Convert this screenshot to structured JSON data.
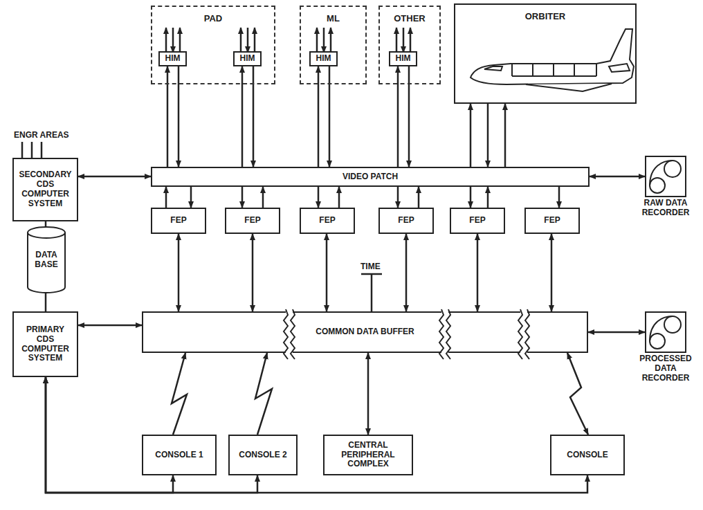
{
  "diagram": {
    "nodes": [
      {
        "text": [
          "PAD"
        ]
      },
      {
        "text": [
          "HIM"
        ],
        "in": 0
      },
      {
        "text": [
          "HIM"
        ],
        "in": 0
      },
      {
        "text": [
          "ML"
        ]
      },
      {
        "text": [
          "HIM"
        ],
        "in": 3
      },
      {
        "text": [
          "OTHER"
        ]
      },
      {
        "text": [
          "HIM"
        ],
        "in": 5
      },
      {
        "text": [
          "ORBITER"
        ]
      },
      {
        "text": [
          "SECONDARY CDS COMPUTER SYSTEM"
        ]
      },
      {
        "text": [
          "DATA BASE"
        ]
      },
      {
        "text": [
          "PRIMARY CDS COMPUTER SYSTEM"
        ]
      },
      {
        "text": [
          "VIDEO PATCH"
        ]
      },
      {
        "text": [
          "RAW DATA RECORDER"
        ]
      },
      {
        "text": [
          "FEP"
        ]
      },
      {
        "text": [
          "FEP"
        ]
      },
      {
        "text": [
          "FEP"
        ]
      },
      {
        "text": [
          "FEP"
        ]
      },
      {
        "text": [
          "FEP"
        ]
      },
      {
        "text": [
          "FEP"
        ]
      },
      {
        "text": [
          "COMMON DATA BUFFER"
        ]
      },
      {
        "text": [
          "PROCESSED DATA RECORDER"
        ]
      },
      {
        "text": [
          "CONSOLE 1"
        ]
      },
      {
        "text": [
          "CONSOLE 2"
        ]
      },
      {
        "text": [
          "CENTRAL PERIPHERAL COMPLEX"
        ]
      },
      {
        "text": [
          "CONSOLE"
        ]
      }
    ],
    "edges": [
      {
        "from": 11,
        "to": 1,
        "arrow": "to"
      },
      {
        "from": 1,
        "to": 11,
        "arrow": "to"
      },
      {
        "from": 11,
        "to": 2,
        "arrow": "to"
      },
      {
        "from": 2,
        "to": 11,
        "arrow": "to"
      },
      {
        "from": 11,
        "to": 4,
        "arrow": "to"
      },
      {
        "from": 4,
        "to": 11,
        "arrow": "to"
      },
      {
        "from": 11,
        "to": 6,
        "arrow": "to"
      },
      {
        "from": 6,
        "to": 11,
        "arrow": "to"
      },
      {
        "from": 11,
        "to": 7,
        "arrow": "to"
      },
      {
        "from": 7,
        "to": 11,
        "arrow": "to"
      },
      {
        "from": 11,
        "to": 7,
        "arrow": "to"
      },
      {
        "from": 8,
        "to": 11,
        "arrow": "both"
      },
      {
        "from": 11,
        "to": 12,
        "arrow": "both"
      },
      {
        "from": 8,
        "to": 9,
        "arrow": "none"
      },
      {
        "from": 9,
        "to": 10,
        "arrow": "none"
      },
      {
        "from": 10,
        "to": 19,
        "arrow": "both"
      },
      {
        "from": 13,
        "to": 11,
        "arrow": "to"
      },
      {
        "from": 11,
        "to": 13,
        "arrow": "to"
      },
      {
        "from": 11,
        "to": 14,
        "arrow": "to"
      },
      {
        "from": 14,
        "to": 11,
        "arrow": "to"
      },
      {
        "from": 11,
        "to": 15,
        "arrow": "to"
      },
      {
        "from": 15,
        "to": 11,
        "arrow": "to"
      },
      {
        "from": 11,
        "to": 16,
        "arrow": "to"
      },
      {
        "from": 16,
        "to": 11,
        "arrow": "to"
      },
      {
        "from": 11,
        "to": 17,
        "arrow": "to"
      },
      {
        "from": 17,
        "to": 11,
        "arrow": "to"
      },
      {
        "from": 11,
        "to": 18,
        "arrow": "to"
      },
      {
        "from": 13,
        "to": 19,
        "arrow": "both"
      },
      {
        "from": 14,
        "to": 19,
        "arrow": "both"
      },
      {
        "from": 15,
        "to": 19,
        "arrow": "both"
      },
      {
        "from": 16,
        "to": 19,
        "arrow": "both"
      },
      {
        "from": 17,
        "to": 19,
        "arrow": "both"
      },
      {
        "from": 18,
        "to": 19,
        "arrow": "both"
      },
      {
        "from": 19,
        "to": 20,
        "arrow": "both"
      },
      {
        "from": 21,
        "to": 19,
        "arrow": "to"
      },
      {
        "from": 22,
        "to": 19,
        "arrow": "to"
      },
      {
        "from": 19,
        "to": 24,
        "arrow": "both"
      },
      {
        "from": 23,
        "to": 19,
        "arrow": "both"
      },
      {
        "from": 10,
        "to": 21,
        "arrow": "both"
      },
      {
        "from": 10,
        "to": 22,
        "arrow": "both"
      },
      {
        "from": 10,
        "to": 24,
        "arrow": "both"
      }
    ],
    "labels": [
      "ENGR AREAS",
      "TIME"
    ]
  }
}
